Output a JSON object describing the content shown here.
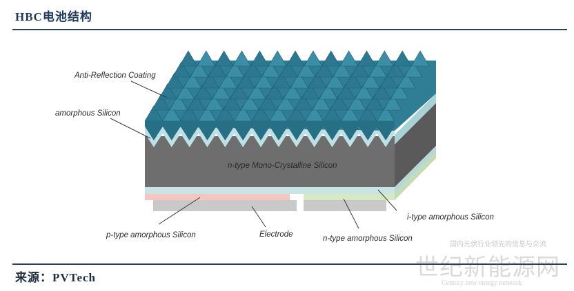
{
  "header": {
    "title": "HBC电池结构"
  },
  "footer": {
    "source": "来源：PVTech"
  },
  "diagram": {
    "labels": {
      "anti_reflection": "Anti-Reflection Coating",
      "amorphous_top": "amorphous Silicon",
      "n_mono": "n-type Mono-Crystalline Silicon",
      "i_type": "i-type amorphous Silicon",
      "p_type": "p-type amorphous Silicon",
      "electrode": "Electrode",
      "n_type": "n-type amorphous Silicon"
    },
    "colors": {
      "coating": "#2f7e95",
      "coating_dark": "#1f5f72",
      "amorphous": "#bfe0e4",
      "substrate_front": "#6e6e6e",
      "substrate_side": "#5a5a5a",
      "i_layer": "#c9e4e3",
      "p_layer": "#f4c6c2",
      "n_layer": "#d7e8c4",
      "electrode": "#c9c9c9"
    }
  },
  "watermark": {
    "zh": "世纪新能源网",
    "en": "Century new energy network",
    "small": "国内光伏行业领先的信息与交流"
  }
}
